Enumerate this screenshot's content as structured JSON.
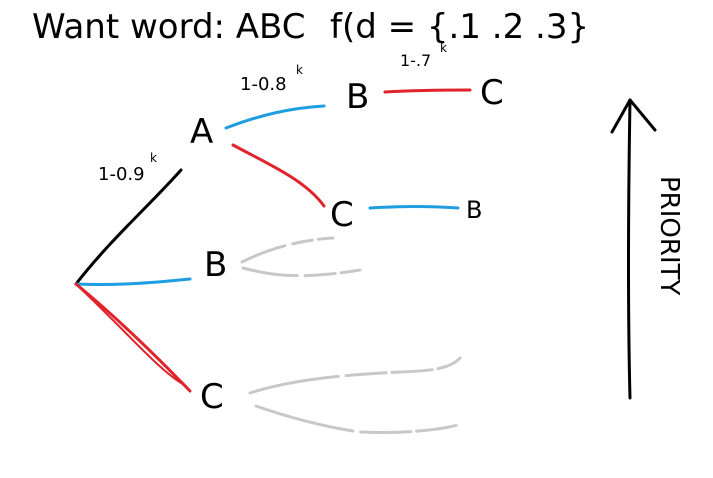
{
  "title": {
    "want_word": "Want word: ABC",
    "fld": "f(d = {.1  .2  .3}"
  },
  "nodes": {
    "level1": [
      "A",
      "B",
      "C"
    ],
    "level2_from_a": [
      "B",
      "C"
    ],
    "level3_after_ab": "C",
    "level3_after_ac": "B"
  },
  "edge_labels": {
    "root_to_a": {
      "base": "1-0.9",
      "sup": "k"
    },
    "a_to_b": {
      "base": "1-0.8",
      "sup": "k"
    },
    "b_to_c": {
      "base": "1-.7",
      "sup": "k"
    }
  },
  "priority_label": "PRIORITY",
  "colors": {
    "ink": "#000000",
    "blue": "#1e9ee0",
    "red": "#e0242b",
    "gray": "#c8c8c8"
  }
}
